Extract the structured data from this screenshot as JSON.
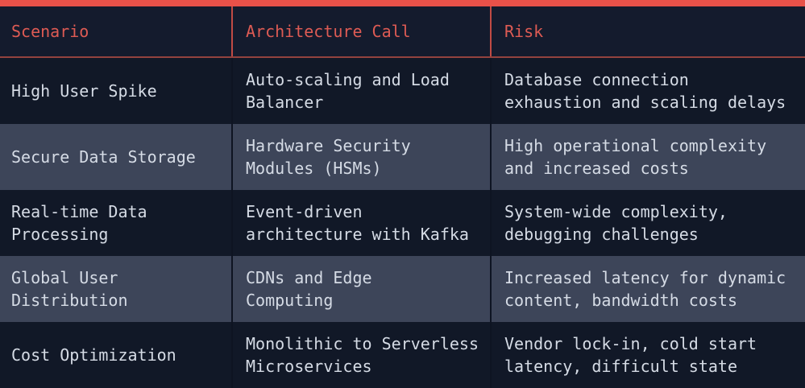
{
  "colors": {
    "accent": "#e85149",
    "header_text": "#de5b54",
    "header_bg": "#141b2d",
    "header_line": "#93433e",
    "header_divider": "#c14b44",
    "row_dark": "#111827",
    "row_light": "#3d4559",
    "body_text": "#d5dbe5",
    "col_divider": "#0e1422",
    "page_bg": "#0d1320"
  },
  "table": {
    "headers": [
      "Scenario",
      "Architecture Call",
      "Risk"
    ],
    "rows": [
      {
        "scenario": "High User Spike",
        "architecture_call": "Auto-scaling and Load\nBalancer",
        "risk": "Database connection\nexhaustion and scaling delays"
      },
      {
        "scenario": "Secure Data Storage",
        "architecture_call": "Hardware Security\nModules (HSMs)",
        "risk": "High operational complexity\nand increased costs"
      },
      {
        "scenario": "Real-time Data\nProcessing",
        "architecture_call": "Event-driven\narchitecture with Kafka",
        "risk": "System-wide complexity,\ndebugging challenges"
      },
      {
        "scenario": "Global User\nDistribution",
        "architecture_call": "CDNs and Edge\nComputing",
        "risk": "Increased latency for dynamic\ncontent, bandwidth costs"
      },
      {
        "scenario": "Cost Optimization",
        "architecture_call": "Monolithic to Serverless\nMicroservices",
        "risk": "Vendor lock-in, cold start\nlatency, difficult state"
      }
    ]
  }
}
